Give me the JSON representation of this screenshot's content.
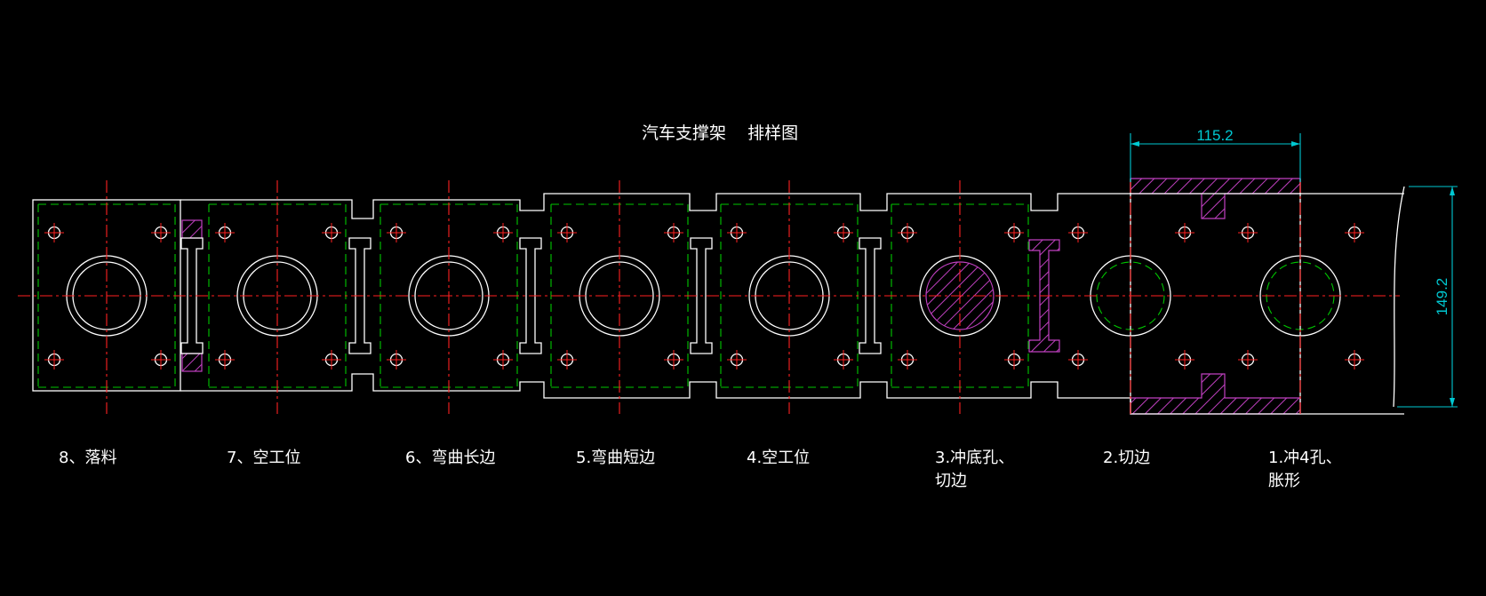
{
  "title": "汽车支撑架    排样图",
  "dimensions": {
    "pitch": "115.2",
    "width": "149.2"
  },
  "stations": [
    {
      "lines": [
        "8、落料"
      ]
    },
    {
      "lines": [
        "7、空工位"
      ]
    },
    {
      "lines": [
        "6、弯曲长边"
      ]
    },
    {
      "lines": [
        "5.弯曲短边"
      ]
    },
    {
      "lines": [
        "4.空工位"
      ]
    },
    {
      "lines": [
        "3.冲底孔、",
        "切边"
      ]
    },
    {
      "lines": [
        "2.切边"
      ]
    },
    {
      "lines": [
        "1.冲4孔、",
        "胀形"
      ]
    }
  ],
  "colors": {
    "background": "#000000",
    "outline": "#ffffff",
    "centerline": "#ff2020",
    "hidden_line": "#00c800",
    "hatch": "#c040c0",
    "dimension": "#00c8d2",
    "text": "#ffffff"
  }
}
